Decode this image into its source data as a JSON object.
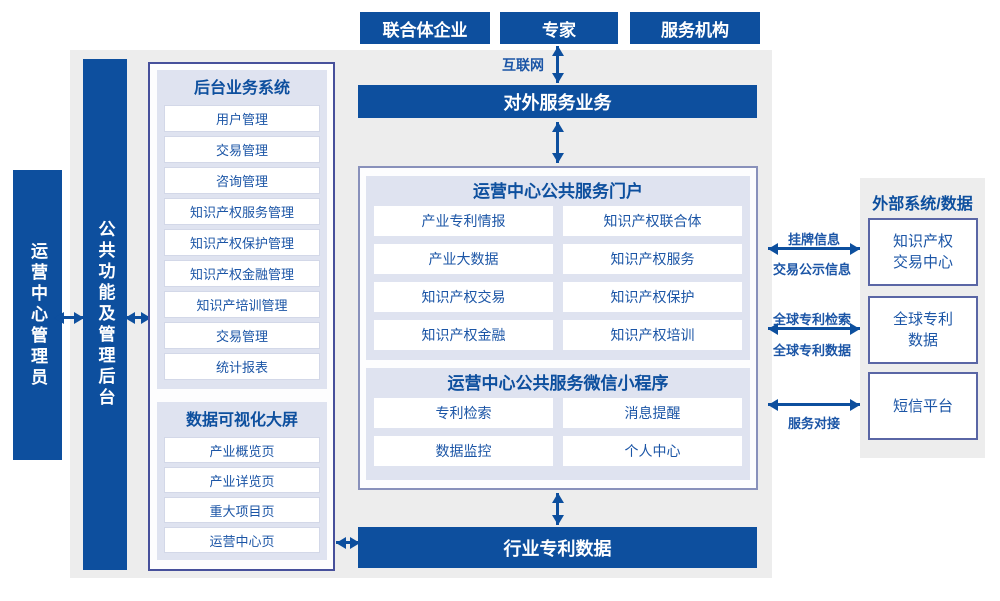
{
  "colors": {
    "primary_blue": "#0d4f9e",
    "text_blue": "#1b55a6",
    "panel_lavender": "#dfe3f0",
    "background_gray": "#ededed"
  },
  "top_actors": {
    "consortium": "联合体企业",
    "expert": "专家",
    "service_org": "服务机构"
  },
  "network": {
    "label": "互联网"
  },
  "external_service_bar": {
    "label": "对外服务业务"
  },
  "left_bars": {
    "admin": "运营中心管理员",
    "backend": "公共功能及管理后台"
  },
  "backend_panel": {
    "title": "后台业务系统",
    "items": [
      "用户管理",
      "交易管理",
      "咨询管理",
      "知识产权服务管理",
      "知识产权保护管理",
      "知识产权金融管理",
      "知识产培训管理",
      "交易管理",
      "统计报表"
    ]
  },
  "dashboard_panel": {
    "title": "数据可视化大屏",
    "items": [
      "产业概览页",
      "产业详览页",
      "重大项目页",
      "运营中心页"
    ]
  },
  "portal_panel": {
    "title": "运营中心公共服务门户",
    "items": [
      "产业专利情报",
      "知识产权联合体",
      "产业大数据",
      "知识产权服务",
      "知识产权交易",
      "知识产权保护",
      "知识产权金融",
      "知识产权培训"
    ]
  },
  "miniprogram_panel": {
    "title": "运营中心公共服务微信小程序",
    "items": [
      "专利检索",
      "消息提醒",
      "数据监控",
      "个人中心"
    ]
  },
  "industry_data_bar": {
    "label": "行业专利数据"
  },
  "external_panel": {
    "title": "外部系统/数据",
    "systems": [
      {
        "line1": "知识产权",
        "line2": "交易中心"
      },
      {
        "line1": "全球专利",
        "line2": "数据"
      },
      {
        "line1": "短信平台",
        "line2": ""
      }
    ]
  },
  "link_labels": {
    "listing_info": "挂牌信息",
    "transaction_publicity": "交易公示信息",
    "global_patent_search": "全球专利检索",
    "global_patent_data": "全球专利数据",
    "service_connection": "服务对接"
  }
}
